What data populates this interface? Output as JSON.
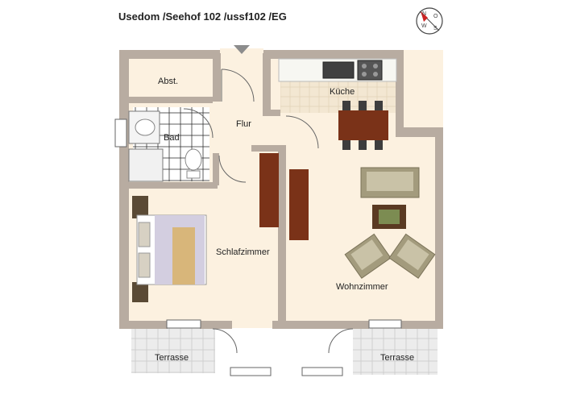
{
  "plan": {
    "title": "Usedom /Seehof 102 /ussf102 /EG",
    "compass": {
      "labels": [
        "N",
        "O",
        "S",
        "W"
      ]
    },
    "rooms": {
      "abstellraum": "Abst.",
      "bad": "Bad",
      "flur": "Flur",
      "kueche": "Küche",
      "schlafzimmer": "Schlafzimmer",
      "wohnzimmer": "Wohnzimmer",
      "terrasse_left": "Terrasse",
      "terrasse_right": "Terrasse"
    },
    "colors": {
      "wall": "#b8aca1",
      "floor": "#fcf1e0",
      "tile": "#e6e6e6",
      "wood": "#7a3218",
      "sofa": "#a39b7d"
    }
  }
}
